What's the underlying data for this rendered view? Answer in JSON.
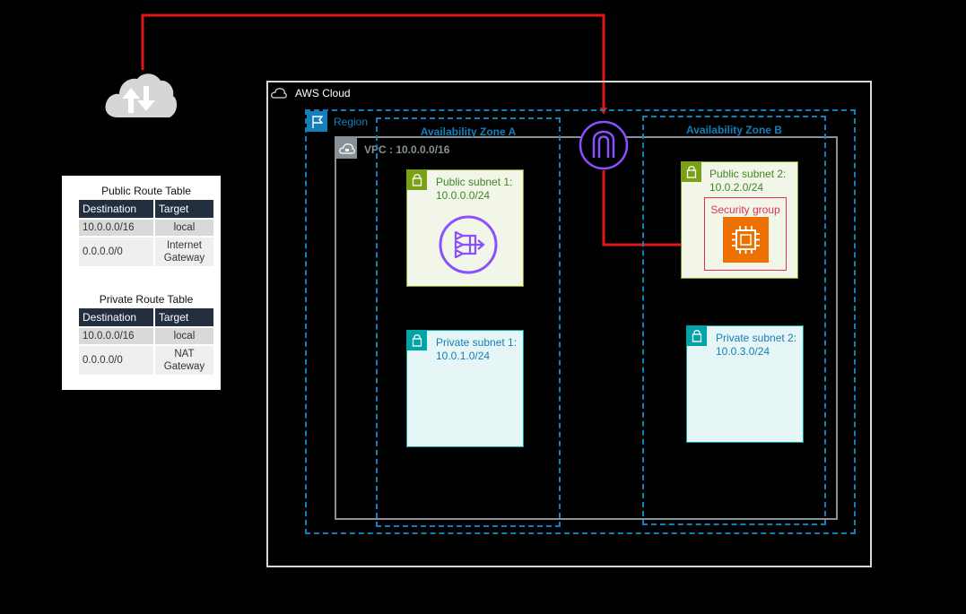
{
  "route_tables": [
    {
      "title": "Public Route Table",
      "headers": [
        "Destination",
        "Target"
      ],
      "rows": [
        [
          "10.0.0.0/16",
          "local"
        ],
        [
          "0.0.0.0/0",
          "Internet\nGateway"
        ]
      ]
    },
    {
      "title": "Private Route Table",
      "headers": [
        "Destination",
        "Target"
      ],
      "rows": [
        [
          "10.0.0.0/16",
          "local"
        ],
        [
          "0.0.0.0/0",
          "NAT\nGateway"
        ]
      ]
    }
  ],
  "groups": {
    "aws_cloud": "AWS Cloud",
    "region": "Region",
    "vpc": "VPC : 10.0.0.0/16",
    "az_a": "Availability Zone A",
    "az_b": "Availability Zone B"
  },
  "subnets": {
    "public_1": "Public subnet 1:\n10.0.0.0/24",
    "private_1": "Private subnet 1:\n10.0.1.0/24",
    "public_2": "Public subnet 2:\n10.0.2.0/24",
    "private_2": "Private subnet 2:\n10.0.3.0/24"
  },
  "security_group": "Security group",
  "colors": {
    "connector": "#e0161b",
    "zone_border": "#147eba",
    "public_subnet": "#7aa116",
    "private_subnet": "#00a4a6",
    "security_group": "#dd344c",
    "ec2": "#ed7100",
    "gateway": "#8c4fff"
  },
  "icons": [
    "internet-cloud-icon",
    "cloud-icon",
    "region-flag-icon",
    "vpc-icon",
    "lock-icon",
    "nat-gateway-icon",
    "internet-gateway-icon",
    "ec2-instance-icon"
  ]
}
